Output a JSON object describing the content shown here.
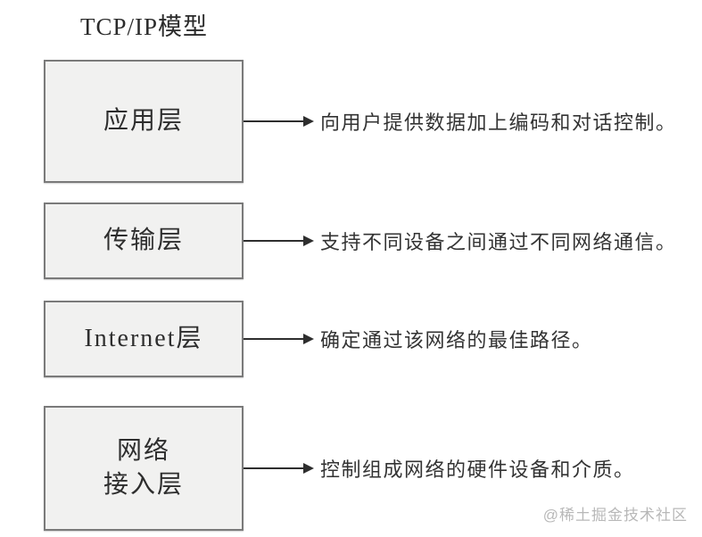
{
  "title": "TCP/IP模型",
  "layers": [
    {
      "name": "应用层",
      "description": "向用户提供数据加上编码和对话控制。"
    },
    {
      "name": "传输层",
      "description": "支持不同设备之间通过不同网络通信。"
    },
    {
      "name": "Internet层",
      "description": "确定通过该网络的最佳路径。"
    },
    {
      "name": "网络\n接入层",
      "description": "控制组成网络的硬件设备和介质。"
    }
  ],
  "colors": {
    "bg": "#ffffff",
    "box_fill": "#f1f1f0",
    "box_border": "#7a7a7a",
    "arrow": "#2e2e2e",
    "text": "#333333",
    "watermark": "#b8b8b8"
  },
  "watermark": "@稀土掘金技术社区"
}
